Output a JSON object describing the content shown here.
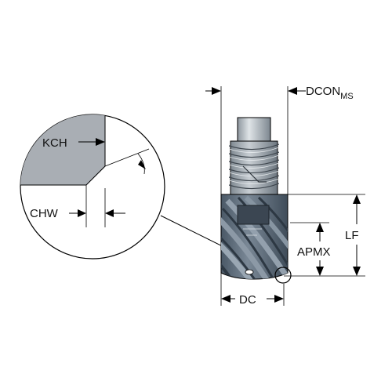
{
  "labels": {
    "dcon": "DCON",
    "dcon_sub": "MS",
    "lf": "LF",
    "apmx": "APMX",
    "dc": "DC",
    "kch": "KCH",
    "chw": "CHW"
  },
  "colors": {
    "chamfer_fill": "#a9aeb4",
    "head_dark": "#5f6e7c",
    "thread_metal": "#a7b0b6",
    "line": "#000000"
  }
}
